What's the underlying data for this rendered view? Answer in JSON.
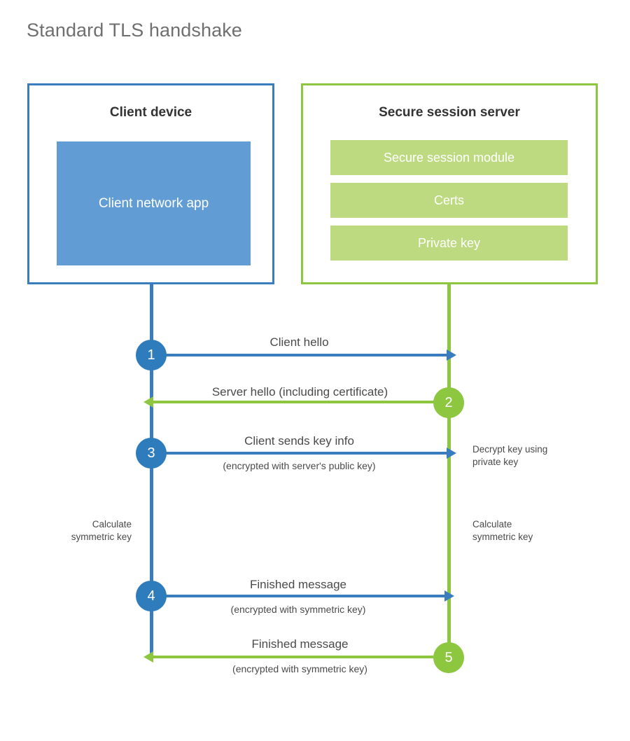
{
  "title": "Standard TLS handshake",
  "client": {
    "title": "Client device",
    "app_label": "Client network app"
  },
  "server": {
    "title": "Secure session server",
    "components": [
      {
        "label": "Secure session module"
      },
      {
        "label": "Certs"
      },
      {
        "label": "Private key"
      }
    ]
  },
  "steps": [
    {
      "number": "1",
      "label": "Client hello",
      "sublabel": "",
      "direction": "client-to-server",
      "color": "#3a7dbf"
    },
    {
      "number": "2",
      "label": "Server hello (including certificate)",
      "sublabel": "",
      "direction": "server-to-client",
      "color": "#8dc63f"
    },
    {
      "number": "3",
      "label": "Client sends key info",
      "sublabel": "(encrypted with server's public key)",
      "direction": "client-to-server",
      "color": "#3a7dbf"
    },
    {
      "number": "4",
      "label": "Finished message",
      "sublabel": "(encrypted with symmetric key)",
      "direction": "client-to-server",
      "color": "#3a7dbf"
    },
    {
      "number": "5",
      "label": "Finished message",
      "sublabel": "(encrypted with symmetric key)",
      "direction": "server-to-client",
      "color": "#8dc63f"
    }
  ],
  "notes": [
    {
      "id": "decrypt-key",
      "side": "server",
      "line1": "Decrypt key using",
      "line2": "private key"
    },
    {
      "id": "client-calc-symmetric-key",
      "side": "client",
      "line1": "Calculate",
      "line2": "symmetric key"
    },
    {
      "id": "server-calc-symmetric-key",
      "side": "server",
      "line1": "Calculate",
      "line2": "symmetric key"
    }
  ],
  "colors": {
    "client_accent": "#3a7dbf",
    "client_fill": "#619dd4",
    "client_circle": "#2f7cbd",
    "server_accent": "#8dc63f",
    "server_fill": "#bdda80",
    "title_text": "#6f6f6f",
    "body_text": "#4a4a4a",
    "background": "#ffffff"
  }
}
